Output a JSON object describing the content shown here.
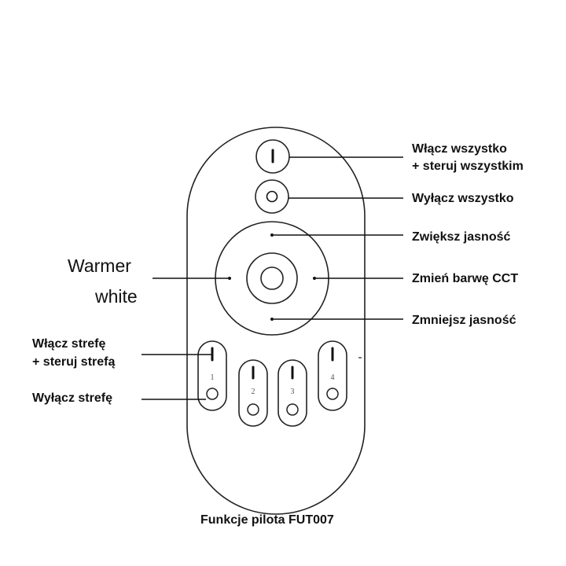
{
  "diagram": {
    "caption": "Funkcje pilota FUT007",
    "labels": {
      "on_all_line1": "Włącz wszystko",
      "on_all_line2": "+ steruj wszystkim",
      "off_all": "Wyłącz wszystko",
      "brightness_up": "Zwiększ jasność",
      "change_cct": "Zmień barwę CCT",
      "brightness_down": "Zmniejsz jasność",
      "warmer_line1": "Warmer",
      "warmer_line2": "white",
      "zone_on_line1": "Włącz strefę",
      "zone_on_line2": "+ steruj strefą",
      "zone_off": "Wyłącz strefę"
    },
    "zones": [
      "1",
      "2",
      "3",
      "4"
    ],
    "colors": {
      "outline": "#222222",
      "text": "#111111",
      "background": "#ffffff"
    }
  }
}
